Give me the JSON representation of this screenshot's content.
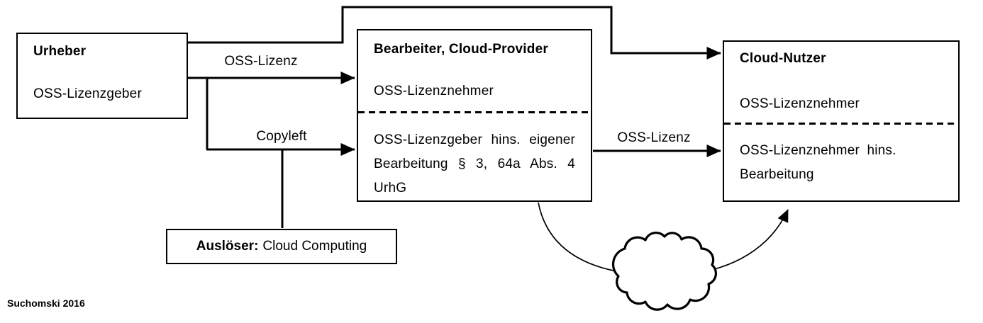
{
  "boxes": {
    "urheber": {
      "title": "Urheber",
      "role": "OSS-Lizenzgeber"
    },
    "bearbeiter": {
      "title": "Bearbeiter, Cloud-Provider",
      "role_top": "OSS-Lizenznehmer",
      "role_bottom": "OSS-Lizenzgeber hins. eigener Bearbeitung § 3, 64a Abs. 4 UrhG"
    },
    "cloud_nutzer": {
      "title": "Cloud-Nutzer",
      "role_top": "OSS-Lizenznehmer",
      "role_bottom": "OSS-Lizenznehmer hins. Bearbeitung"
    },
    "ausloeser": {
      "prefix": "Auslöser:",
      "text": "Cloud Computing"
    }
  },
  "edges": {
    "oss_lizenz_1": "OSS-Lizenz",
    "copyleft": "Copyleft",
    "oss_lizenz_2": "OSS-Lizenz"
  },
  "credit": "Suchomski 2016",
  "colors": {
    "line": "#000000",
    "text": "#000000",
    "background": "#ffffff"
  }
}
